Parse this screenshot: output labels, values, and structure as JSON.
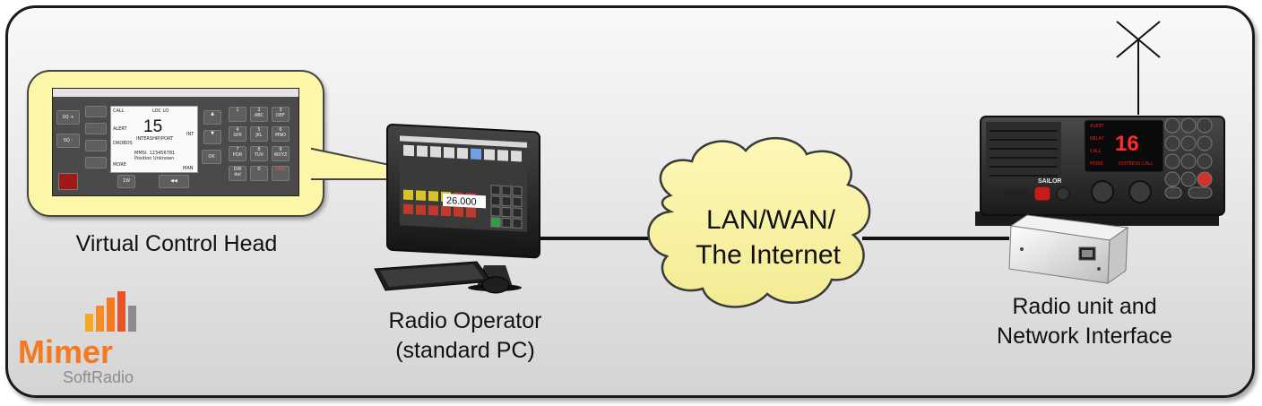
{
  "labels": {
    "virtual_control_head": "Virtual Control Head",
    "radio_operator_line1": "Radio Operator",
    "radio_operator_line2": "(standard PC)",
    "network_line1": "LAN/WAN/",
    "network_line2": "The Internet",
    "radio_unit_line1": "Radio unit and",
    "radio_unit_line2": "Network Interface"
  },
  "logo": {
    "word": "Mimer",
    "subword": "SoftRadio",
    "colors": [
      "#f7a823",
      "#f47920",
      "#e8542a",
      "#8c8c8c"
    ]
  },
  "vch": {
    "left_keys": [
      "SQ +",
      "SQ -"
    ],
    "lcd": {
      "call": "CALL",
      "loc_lo": "LOC  LO",
      "alert": "ALERT",
      "channel": "15",
      "int": "INT",
      "intership": "INTERSHIP/PORT",
      "drobos": "DROBOS",
      "mmsi": "MMSI: 123456781",
      "position": "Position Unknown",
      "more": "MORE",
      "man": "MAN"
    },
    "ok": "OK",
    "power": "1W",
    "keypad": [
      [
        "1",
        "2\nABC",
        "3\nDEF"
      ],
      [
        "4\nGHI",
        "5\nJKL",
        "6\nMNO"
      ],
      [
        "7\nPQR",
        "8\nTUV",
        "9\nWXYZ"
      ],
      [
        "DW\ndel",
        "0",
        "16/C"
      ]
    ]
  },
  "radio_display_channel": "16",
  "monitor_value": "26.000"
}
